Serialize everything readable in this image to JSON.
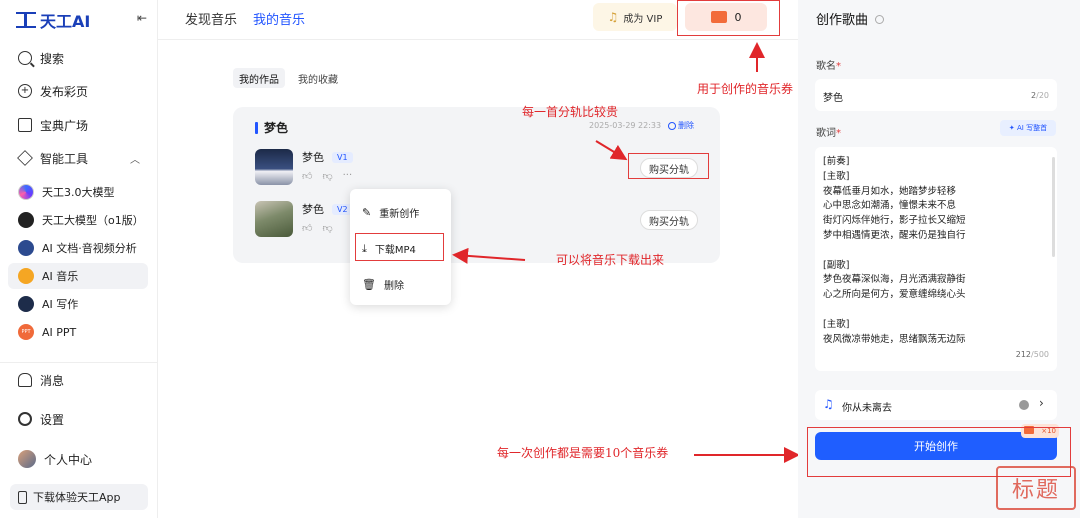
{
  "app": {
    "name": "天工AI"
  },
  "sidebar": {
    "items": [
      {
        "label": "搜索"
      },
      {
        "label": "发布彩页"
      },
      {
        "label": "宝典广场"
      },
      {
        "label": "智能工具"
      },
      {
        "label": "天工3.0大模型"
      },
      {
        "label": "天工大模型（o1版）"
      },
      {
        "label": "AI 文档·音视频分析"
      },
      {
        "label": "AI 音乐"
      },
      {
        "label": "AI 写作"
      },
      {
        "label": "AI PPT"
      }
    ],
    "ppt_badge": "PPT",
    "bottom": [
      {
        "label": "消息"
      },
      {
        "label": "设置"
      },
      {
        "label": "个人中心"
      }
    ],
    "download_app": "下载体验天工App"
  },
  "header": {
    "tabs": [
      "发现音乐",
      "我的音乐"
    ],
    "active_tab": "我的音乐",
    "vip_label": "成为 VIP",
    "ticket_count": "0"
  },
  "main": {
    "subtabs": [
      "我的作品",
      "我的收藏"
    ],
    "card": {
      "title": "梦色",
      "date": "2025-03-29 22:33",
      "delete_label": "删除",
      "songs": [
        {
          "name": "梦色",
          "version": "V1",
          "buy_label": "购买分轨"
        },
        {
          "name": "梦色",
          "version": "V2",
          "buy_label": "购买分轨"
        }
      ]
    },
    "context_menu": [
      "重新创作",
      "下载MP4",
      "删除"
    ]
  },
  "annotations": {
    "ticket": "用于创作的音乐券",
    "split": "每一首分轨比较贵",
    "download": "可以将音乐下载出来",
    "cost": "每一次创作都是需要10个音乐券"
  },
  "panel": {
    "title": "创作歌曲",
    "song_name_label": "歌名",
    "song_name_value": "梦色",
    "song_name_count": "2",
    "song_name_max": "/20",
    "lyrics_label": "歌词",
    "ai_button": "✦ AI 写整首",
    "lyrics": "[前奏]\n[主歌]\n夜幕低垂月如水，她踏梦步轻移\n心中思念如潮涌，憧憬未来不息\n街灯闪烁伴她行，影子拉长又缩短\n梦中相遇情更浓，醒来仍是独自行\n\n[副歌]\n梦色夜幕深似海，月光洒满寂静街\n心之所向是何方，爱意缠绵绕心头\n\n[主歌]\n夜风微凉带她走，思绪飘荡无边际",
    "lyrics_count": "212",
    "lyrics_max": "/500",
    "reference_song": "你从未离去",
    "start_button": "开始创作",
    "cost_badge": "×10"
  },
  "watermark": "标题"
}
